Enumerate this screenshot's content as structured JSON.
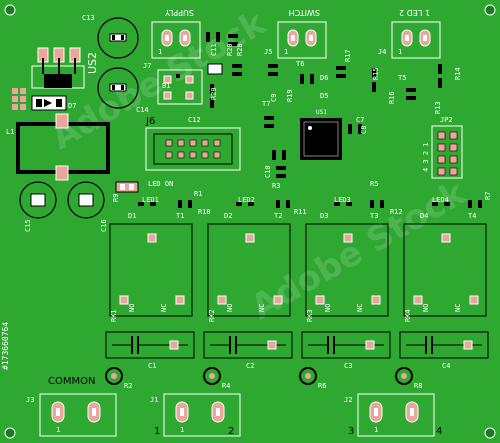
{
  "board": {
    "colors": {
      "pcb": "#2fa832",
      "silk": "#ffffff",
      "pad": "#e8a79a",
      "ink": "#000000"
    },
    "headers": {
      "supply": "SUPPLY",
      "switch": "SWITCH",
      "led2": "1 LED 2"
    },
    "connectors": {
      "j3": "J3",
      "j1": "J1",
      "j2": "J2",
      "j4": "J4",
      "j5": "J5",
      "j6": "J6",
      "j7": "J7",
      "jp2": "JP2",
      "pin1": "1",
      "pin2": "2",
      "pin3": "3",
      "pin4": "4"
    },
    "labels": {
      "common": "COMMON",
      "led_on": "LED ON",
      "us2": "US2",
      "us1": "US1",
      "l1": "L1",
      "d7": "D7",
      "c13": "C13",
      "c14": "C14",
      "c15": "C15",
      "c16": "C16",
      "c11": "C11",
      "c12": "C12",
      "c7": "C7",
      "c8": "C8",
      "c9": "C9",
      "c10": "C10",
      "r20": "R20",
      "r28": "R28",
      "r29": "R29",
      "r17": "R17",
      "r19": "R19",
      "r15": "R15",
      "r14": "R14",
      "r16": "R16",
      "r13": "R13",
      "t5": "T5",
      "t6": "T6",
      "t7": "T7",
      "d6": "D6",
      "d5": "D5",
      "r3": "R3",
      "r5": "R5",
      "r7": "R7",
      "r1": "R1",
      "r10": "R10",
      "r11": "R11",
      "r12": "R12",
      "r9": "R9",
      "led1": "LED1",
      "led2s": "LED2",
      "led3": "LED3",
      "led4": "LED4",
      "d1": "D1",
      "d2": "D2",
      "d3": "D3",
      "d4": "D4",
      "t1": "T1",
      "t2": "T2",
      "t3": "T3",
      "t4": "T4",
      "rk1": "RK1",
      "rk2": "RK2",
      "rk3": "RK3",
      "rk4": "RK4",
      "no": "NO",
      "nc": "NC",
      "c1": "C1",
      "c2": "C2",
      "c3": "C3",
      "c4": "C4",
      "r2": "R2",
      "r4": "R4",
      "r6": "R6",
      "r8": "R8",
      "b1": "B1",
      "jp_pins": "4 3 2 1"
    },
    "watermark": "Adobe Stock",
    "stock_id": "#173660764"
  }
}
